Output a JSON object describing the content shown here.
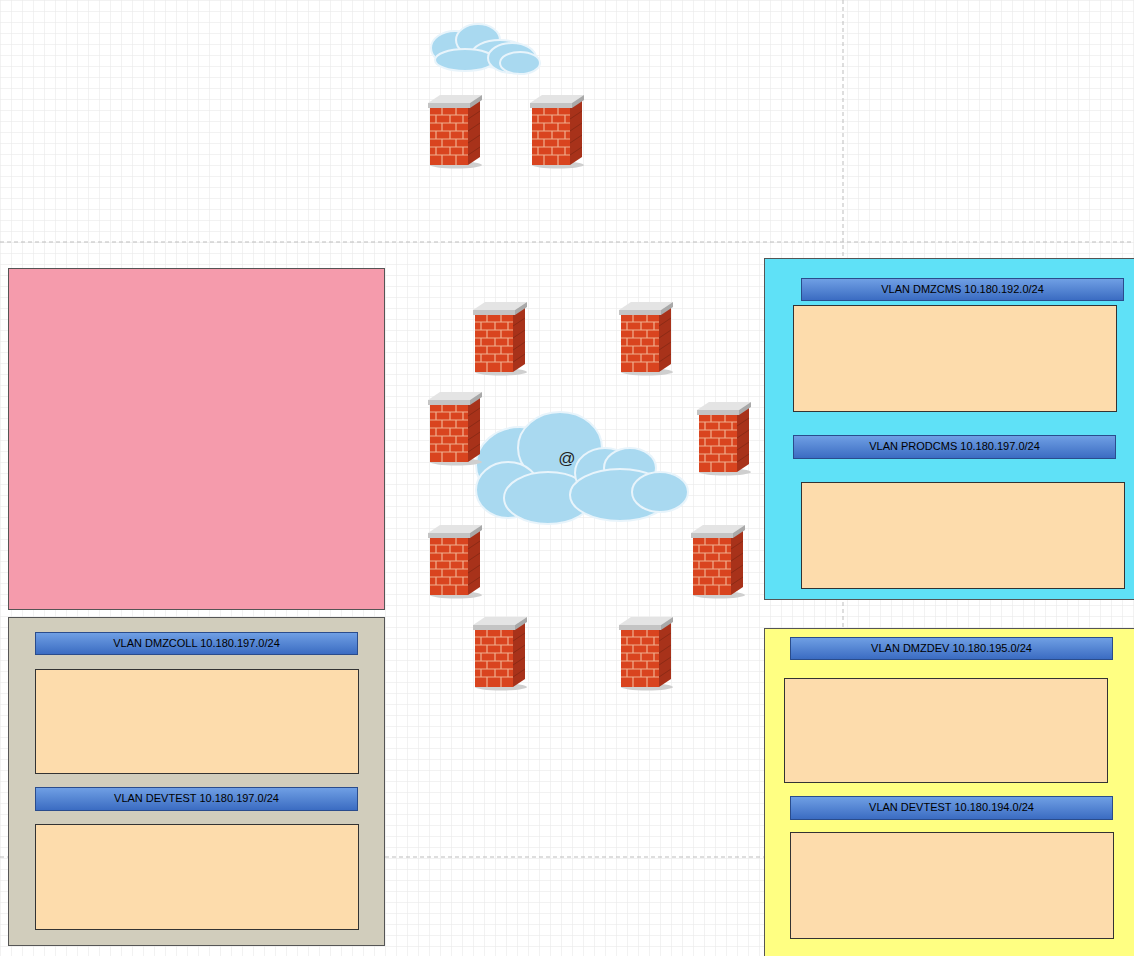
{
  "diagram": {
    "nodes": [
      {
        "text": [
          "VLAN DMZCMS 10.180.192.0/24"
        ]
      },
      {
        "text": [
          "VLAN PRODCMS 10.180.197.0/24"
        ]
      },
      {
        "text": [
          "VLAN DMZCOLL 10.180.197.0/24"
        ]
      },
      {
        "text": [
          "VLAN DMZDEV 10.180.195.0/24"
        ]
      },
      {
        "text": [
          "VLAN DEVTEST 10.180.197.0/24"
        ]
      },
      {
        "text": [
          "VLAN DEVTEST 10.180.194.0/24"
        ]
      }
    ],
    "labels": [
      "@"
    ]
  }
}
